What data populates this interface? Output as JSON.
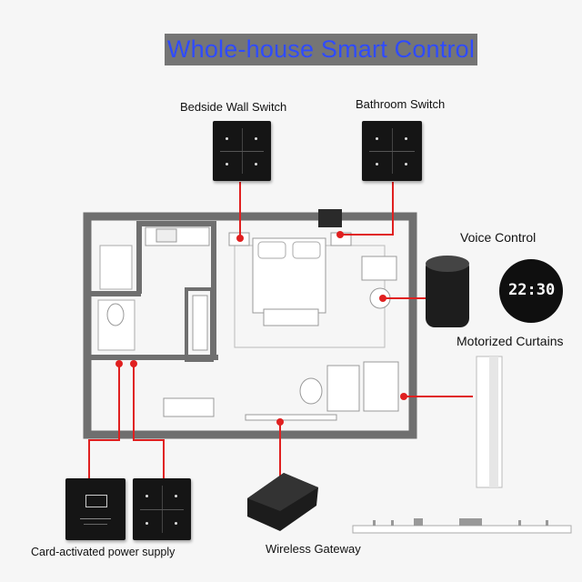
{
  "title": "Whole-house Smart Control",
  "labels": {
    "bedside_switch": "Bedside Wall Switch",
    "bathroom_switch": "Bathroom Switch",
    "voice_control": "Voice Control",
    "motorized_curtains": "Motorized Curtains",
    "card_power": "Card-activated power supply",
    "wireless_gateway": "Wireless Gateway"
  },
  "clock_display": "22:30",
  "colors": {
    "title_bg": "#757575",
    "title_text": "#2f4bff",
    "connector": "#e02020",
    "device": "#151515"
  }
}
